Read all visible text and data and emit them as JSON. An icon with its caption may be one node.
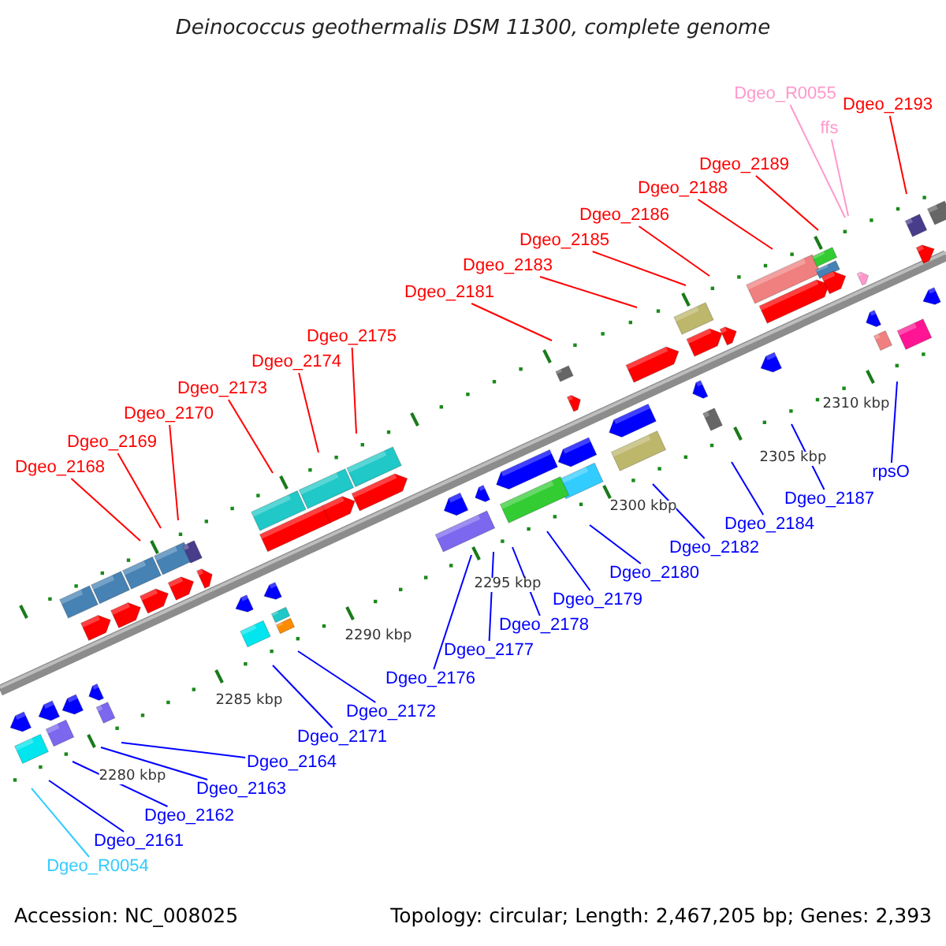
{
  "diagram": {
    "title": "Deinococcus geothermalis DSM 11300, complete genome",
    "nodes": [
      {
        "text": [
          "Dgeo_R0055"
        ]
      },
      {
        "text": [
          "Dgeo_2193"
        ]
      },
      {
        "text": [
          "ffs"
        ]
      },
      {
        "text": [
          "Dgeo_2189"
        ]
      },
      {
        "text": [
          "Dgeo_2188"
        ]
      },
      {
        "text": [
          "Dgeo_2186"
        ]
      },
      {
        "text": [
          "Dgeo_2185"
        ]
      },
      {
        "text": [
          "Dgeo_2183"
        ]
      },
      {
        "text": [
          "Dgeo_2181"
        ]
      },
      {
        "text": [
          "Dgeo_2175"
        ]
      },
      {
        "text": [
          "Dgeo_2174"
        ]
      },
      {
        "text": [
          "Dgeo_2173"
        ]
      },
      {
        "text": [
          "Dgeo_2170"
        ]
      },
      {
        "text": [
          "Dgeo_2169"
        ]
      },
      {
        "text": [
          "Dgeo_2168"
        ]
      },
      {
        "text": [
          "rpsO"
        ]
      },
      {
        "text": [
          "Dgeo_2187"
        ]
      },
      {
        "text": [
          "Dgeo_2184"
        ]
      },
      {
        "text": [
          "Dgeo_2182"
        ]
      },
      {
        "text": [
          "Dgeo_2180"
        ]
      },
      {
        "text": [
          "Dgeo_2179"
        ]
      },
      {
        "text": [
          "Dgeo_2178"
        ]
      },
      {
        "text": [
          "Dgeo_2177"
        ]
      },
      {
        "text": [
          "Dgeo_2176"
        ]
      },
      {
        "text": [
          "Dgeo_2172"
        ]
      },
      {
        "text": [
          "Dgeo_2171"
        ]
      },
      {
        "text": [
          "Dgeo_2164"
        ]
      },
      {
        "text": [
          "Dgeo_2163"
        ]
      },
      {
        "text": [
          "Dgeo_2162"
        ]
      },
      {
        "text": [
          "Dgeo_2161"
        ]
      },
      {
        "text": [
          "Dgeo_R0054"
        ]
      }
    ],
    "edges": [
      {
        "from": 0,
        "to": null,
        "arrow": "none",
        "color": "#ff99cc"
      },
      {
        "from": 1,
        "to": null,
        "arrow": "none",
        "color": "#ff0000"
      },
      {
        "from": 2,
        "to": null,
        "arrow": "none",
        "color": "#ff99cc"
      },
      {
        "from": 3,
        "to": null,
        "arrow": "none",
        "color": "#ff0000"
      },
      {
        "from": 4,
        "to": null,
        "arrow": "none",
        "color": "#ff0000"
      },
      {
        "from": 5,
        "to": null,
        "arrow": "none",
        "color": "#ff0000"
      },
      {
        "from": 6,
        "to": null,
        "arrow": "none",
        "color": "#ff0000"
      },
      {
        "from": 7,
        "to": null,
        "arrow": "none",
        "color": "#ff0000"
      },
      {
        "from": 8,
        "to": null,
        "arrow": "none",
        "color": "#ff0000"
      },
      {
        "from": 9,
        "to": null,
        "arrow": "none",
        "color": "#ff0000"
      },
      {
        "from": 10,
        "to": null,
        "arrow": "none",
        "color": "#ff0000"
      },
      {
        "from": 11,
        "to": null,
        "arrow": "none",
        "color": "#ff0000"
      },
      {
        "from": 12,
        "to": null,
        "arrow": "none",
        "color": "#ff0000"
      },
      {
        "from": 13,
        "to": null,
        "arrow": "none",
        "color": "#ff0000"
      },
      {
        "from": 14,
        "to": null,
        "arrow": "none",
        "color": "#ff0000"
      },
      {
        "from": 15,
        "to": null,
        "arrow": "none"
      },
      {
        "from": 16,
        "to": null,
        "arrow": "none"
      },
      {
        "from": 17,
        "to": null,
        "arrow": "none"
      },
      {
        "from": 18,
        "to": null,
        "arrow": "none"
      },
      {
        "from": 19,
        "to": null,
        "arrow": "none"
      },
      {
        "from": 20,
        "to": null,
        "arrow": "none"
      },
      {
        "from": 21,
        "to": null,
        "arrow": "none"
      },
      {
        "from": 22,
        "to": null,
        "arrow": "none"
      },
      {
        "from": 23,
        "to": null,
        "arrow": "none"
      },
      {
        "from": 24,
        "to": null,
        "arrow": "none"
      },
      {
        "from": 25,
        "to": null,
        "arrow": "none"
      },
      {
        "from": 26,
        "to": null,
        "arrow": "none"
      },
      {
        "from": 27,
        "to": null,
        "arrow": "none"
      },
      {
        "from": 28,
        "to": null,
        "arrow": "none"
      },
      {
        "from": 29,
        "to": null,
        "arrow": "none"
      },
      {
        "from": 30,
        "to": null,
        "arrow": "none",
        "color": "#33ccff"
      }
    ],
    "labels": [
      "2310 kbp",
      "2305 kbp",
      "2300 kbp",
      "2295 kbp",
      "2290 kbp",
      "2285 kbp",
      "2280 kbp",
      "Accession: NC_008025",
      "Topology: circular; Length: 2,467,205 bp; Genes: 2,393"
    ]
  }
}
